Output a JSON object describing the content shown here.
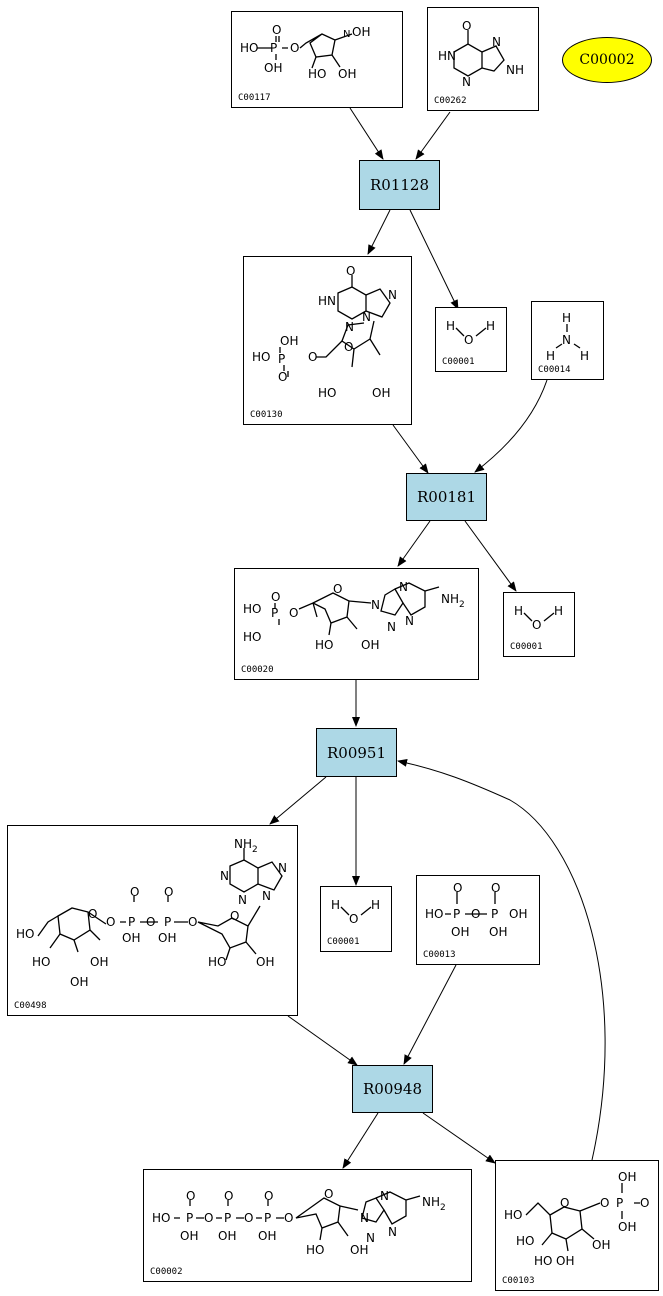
{
  "reactions": {
    "r1": "R01128",
    "r2": "R00181",
    "r3": "R00951",
    "r4": "R00948"
  },
  "highlight": {
    "label": "C00002",
    "color": "#ffff00"
  },
  "compounds": {
    "c00117": "C00117",
    "c00262": "C00262",
    "c00130": "C00130",
    "c00001_a": "C00001",
    "c00014": "C00014",
    "c00020": "C00020",
    "c00001_b": "C00001",
    "c00498": "C00498",
    "c00001_c": "C00001",
    "c00013": "C00013",
    "c00002": "C00002",
    "c00103": "C00103"
  },
  "colors": {
    "reaction_fill": "#add8e6",
    "edge": "#000000"
  }
}
